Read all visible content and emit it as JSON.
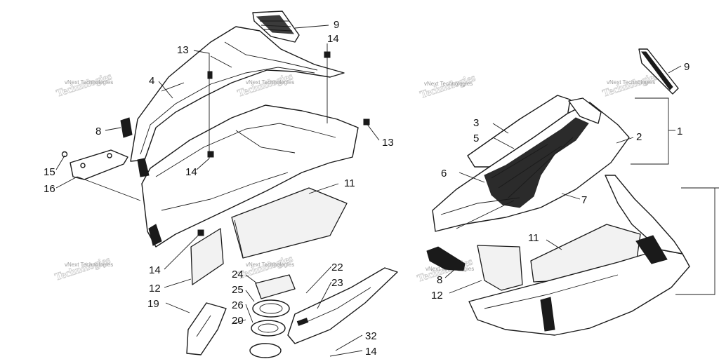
{
  "callouts": {
    "c1": "1",
    "c2": "2",
    "c3": "3",
    "c4": "4",
    "c5": "5",
    "c6": "6",
    "c7": "7",
    "c8a": "8",
    "c8b": "8",
    "c9a": "9",
    "c9b": "9",
    "c11a": "11",
    "c11b": "11",
    "c12a": "12",
    "c12b": "12",
    "c13a": "13",
    "c13b": "13",
    "c14a": "14",
    "c14b": "14",
    "c14c": "14",
    "c14d": "14",
    "c15": "15",
    "c16": "16",
    "c19": "19",
    "c20": "20",
    "c22": "22",
    "c23": "23",
    "c24": "24",
    "c25": "25",
    "c26": "26",
    "c32": "32"
  },
  "watermark": {
    "text": "vNext Technologies",
    "ghost": "Technologies"
  },
  "colors": {
    "line": "#1a1a1a",
    "paper": "#ffffff",
    "watermark": "#9a9a9a"
  }
}
